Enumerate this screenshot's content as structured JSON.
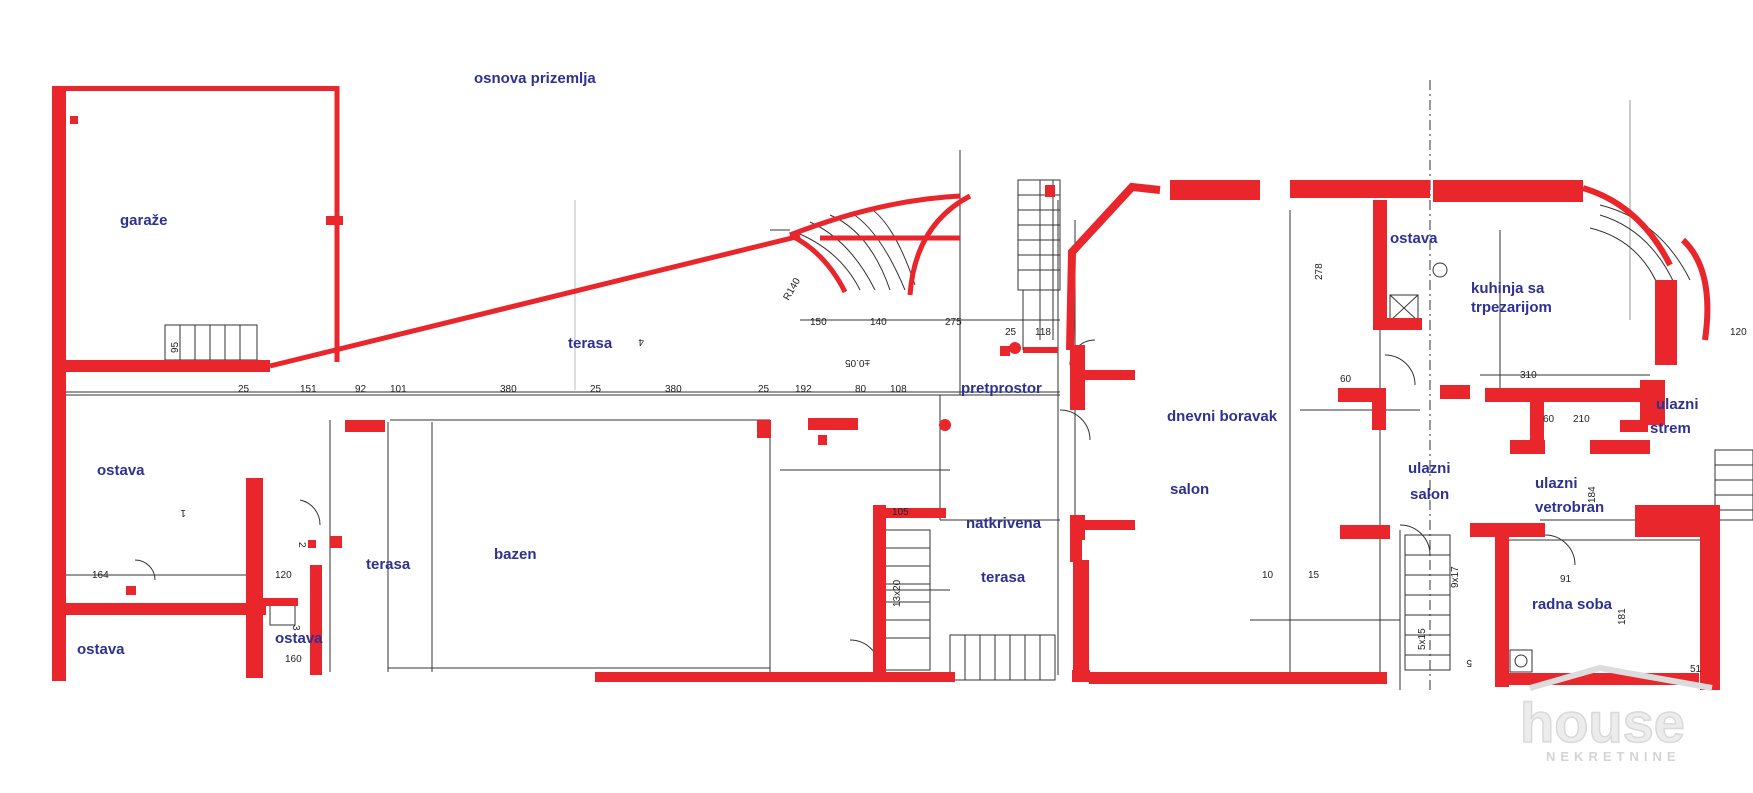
{
  "plan": {
    "title": "osnova prizemlja",
    "rooms": [
      {
        "key": "garaze",
        "label": "garaže"
      },
      {
        "key": "ostava_left",
        "label": "ostava"
      },
      {
        "key": "ostava_bottom",
        "label": "ostava"
      },
      {
        "key": "ostava_small",
        "label": "ostava"
      },
      {
        "key": "terasa_top",
        "label": "terasa"
      },
      {
        "key": "terasa_pool",
        "label": "terasa"
      },
      {
        "key": "bazen",
        "label": "bazen"
      },
      {
        "key": "pretprostor",
        "label": "pretprostor"
      },
      {
        "key": "natkrivena",
        "label": "natkrivena"
      },
      {
        "key": "terasa_covered",
        "label": "terasa"
      },
      {
        "key": "dnevni_boravak",
        "label": "dnevni boravak"
      },
      {
        "key": "salon",
        "label": "salon"
      },
      {
        "key": "ostava_kitchen",
        "label": "ostava"
      },
      {
        "key": "kuhinja_1",
        "label": "kuhinja sa"
      },
      {
        "key": "kuhinja_2",
        "label": "trpezarijom"
      },
      {
        "key": "ulazni_salon_1",
        "label": "ulazni"
      },
      {
        "key": "ulazni_salon_2",
        "label": "salon"
      },
      {
        "key": "ulazni_vetro_1",
        "label": "ulazni"
      },
      {
        "key": "ulazni_vetro_2",
        "label": "vetrobran"
      },
      {
        "key": "ulazni_strem_1",
        "label": "ulazni"
      },
      {
        "key": "ulazni_strem_2",
        "label": "strem"
      },
      {
        "key": "radna_soba",
        "label": "radna soba"
      }
    ],
    "dimensions": [
      "95",
      "25",
      "92",
      "151",
      "101",
      "380",
      "25",
      "380",
      "25",
      "192",
      "80",
      "108",
      "150",
      "140",
      "275",
      "25",
      "118",
      "310",
      "120",
      "278",
      "105",
      "160",
      "164",
      "120",
      "60",
      "10",
      "15",
      "±0.05",
      "R140",
      "13x20",
      "9x17",
      "5x15",
      "91",
      "181",
      "51",
      "210",
      "184",
      "60"
    ],
    "markers": [
      "4",
      "1",
      "2",
      "3",
      "5"
    ],
    "colors": {
      "wall": "#e8262b",
      "label": "#2e3192",
      "line": "#333333"
    }
  },
  "watermark": {
    "main": "house",
    "sub": "NEKRETNINE"
  }
}
